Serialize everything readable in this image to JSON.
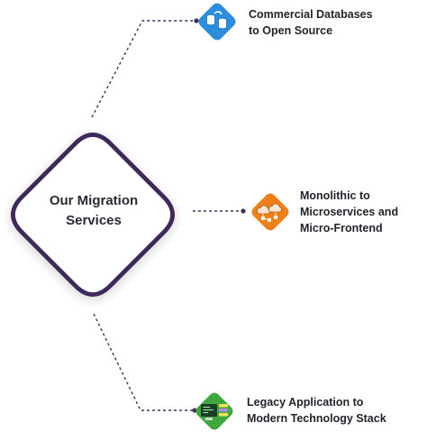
{
  "center": {
    "label": "Our Migration\nServices",
    "border_color": "#3c2b5a"
  },
  "services": [
    {
      "title": "Commercial Databases\nto Open Source",
      "icon": "database-migration-icon",
      "color": "#2c8ddf"
    },
    {
      "title": "Monolithic to\nMicroservices and\nMicro-Frontend",
      "icon": "cloud-services-icon",
      "color": "#f07f1a"
    },
    {
      "title": "Legacy Application to\nModern Technology Stack",
      "icon": "code-stack-icon",
      "color": "#3ea83c"
    }
  ],
  "colors": {
    "connector": "#43305f",
    "text": "#23232b"
  }
}
